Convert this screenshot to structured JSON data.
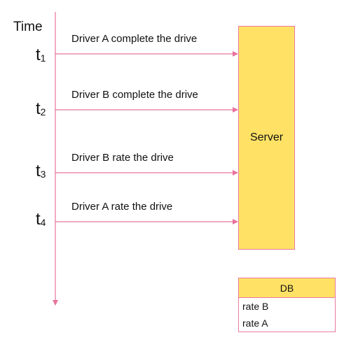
{
  "timeline": {
    "axis_label": "Time",
    "ticks": [
      {
        "label": "t",
        "sub": "1"
      },
      {
        "label": "t",
        "sub": "2"
      },
      {
        "label": "t",
        "sub": "3"
      },
      {
        "label": "t",
        "sub": "4"
      }
    ]
  },
  "events": [
    {
      "text": "Driver A complete the drive"
    },
    {
      "text": "Driver B complete the drive"
    },
    {
      "text": "Driver B rate the drive"
    },
    {
      "text": "Driver A rate the drive"
    }
  ],
  "server": {
    "label": "Server"
  },
  "db": {
    "title": "DB",
    "rows": [
      "rate B",
      "rate A"
    ]
  },
  "colors": {
    "arrow": "#e8739c",
    "box_fill": "#ffe265",
    "box_border": "#e87aa0"
  }
}
